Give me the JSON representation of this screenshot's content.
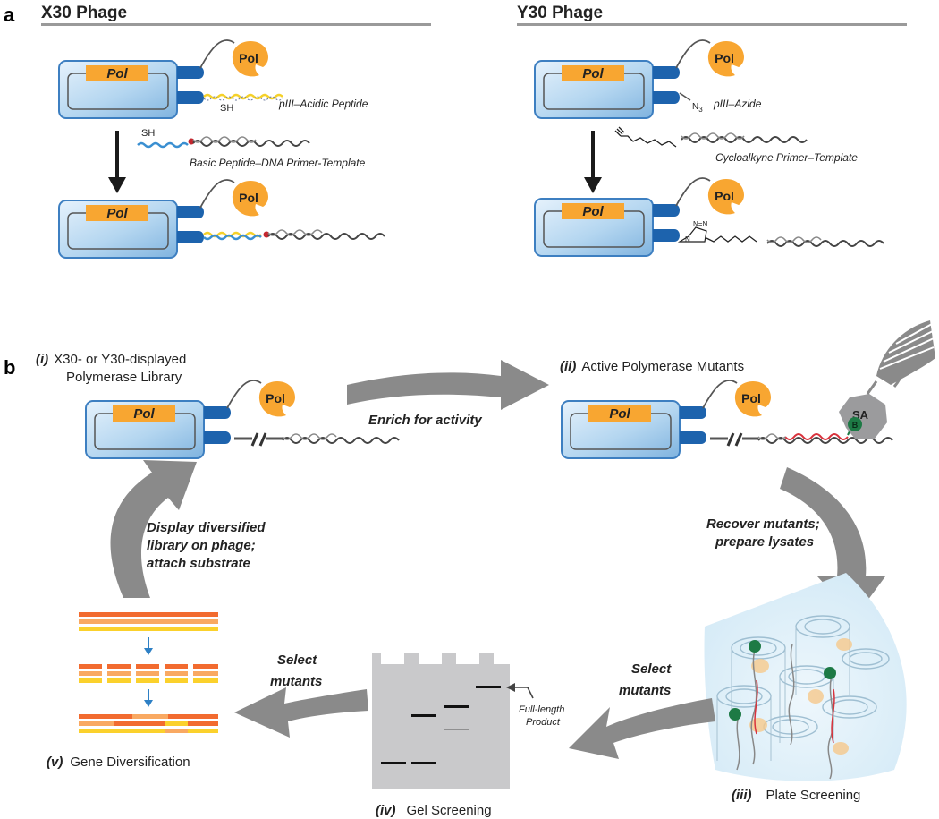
{
  "panel_a": {
    "label": "a",
    "left_title": "X30 Phage",
    "right_title": "Y30 Phage",
    "pol_label": "Pol",
    "sh_label": "SH",
    "n3_label": "N",
    "n3_sub": "3",
    "triazole_n1": "N",
    "triazole_n2": "N=N",
    "left_phage_caption": "pIII–Acidic Peptide",
    "left_template_caption": "Basic Peptide–DNA Primer-Template",
    "right_phage_caption": "pIII–Azide",
    "right_template_caption": "Cycloalkyne Primer–Template"
  },
  "panel_b": {
    "label": "b",
    "step1_num": "(i)",
    "step1_line1": "X30- or Y30-displayed",
    "step1_line2": "Polymerase Library",
    "step2_num": "(ii)",
    "step2_text": "Active Polymerase Mutants",
    "enrich_label": "Enrich for activity",
    "recover_line1": "Recover mutants;",
    "recover_line2": "prepare lysates",
    "sa_label": "SA",
    "biotin_label": "B",
    "step3_num": "(iii)",
    "step3_text": "Plate Screening",
    "select1_line1": "Select",
    "select1_line2": "mutants",
    "step4_num": "(iv)",
    "step4_text": "Gel Screening",
    "full_length_line1": "Full-length",
    "full_length_line2": "Product",
    "select2_line1": "Select",
    "select2_line2": "mutants",
    "step5_num": "(v)",
    "step5_text": "Gene Diversification",
    "display_line1": "Display diversified",
    "display_line2": "library on phage;",
    "display_line3": "attach substrate"
  },
  "colors": {
    "phage_border": "#3d7fc1",
    "phage_fill_light": "#e3f0fb",
    "phage_fill_dark": "#93c1e6",
    "pol_orange": "#f8a631",
    "pIII_blue": "#1d63ad",
    "arrow_gray": "#8a8a8a",
    "gel_gray": "#c9c9cb",
    "red_strand": "#d8323c",
    "biotin_green": "#1d7a45",
    "library_orange": "#f26b2f",
    "library_yellow": "#fbd12c",
    "library_light": "#f9a962",
    "arrow_blue": "#2e80c5"
  }
}
